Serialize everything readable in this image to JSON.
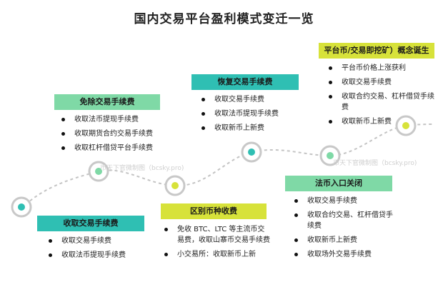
{
  "title": "国内交易平台盈利模式变迁一览",
  "watermark": "币天下官微制图（bcsky.pro)",
  "colors": {
    "green": "#7fd9a6",
    "teal": "#2fbfb3",
    "yellow": "#d7e23a",
    "ring": "#c8c8c8",
    "path": "#c4c4c4"
  },
  "stages": [
    {
      "header": "收取交易手续费",
      "items": [
        "收取交易手续费",
        "收取法币提现手续费"
      ]
    },
    {
      "header": "免除交易手续费",
      "items": [
        "收取法币提现手续费",
        "收取期货合约交易手续费",
        "收取杠杆借贷平台手续费"
      ]
    },
    {
      "header": "区别币种收费",
      "items": [
        "免收 BTC、LTC 等主流币交易费，收取山寨币交易手续费",
        "小交易所：收取新币上新"
      ]
    },
    {
      "header": "恢复交易手续费",
      "items": [
        "收取交易手续费",
        "收取法币提现手续费",
        "收取新币上新费"
      ]
    },
    {
      "header": "法币入口关闭",
      "items": [
        "收取交易手续费",
        "收取合约交易、杠杆借贷手续费",
        "收取新币上新费",
        "收取场外交易手续费"
      ]
    },
    {
      "header": "平台币/交易即挖矿）概念诞生",
      "items": [
        "平台币价格上涨获利",
        "收取交易手续费",
        "收取合约交易、杠杆借贷手续费",
        "收取新币上新费"
      ]
    }
  ]
}
